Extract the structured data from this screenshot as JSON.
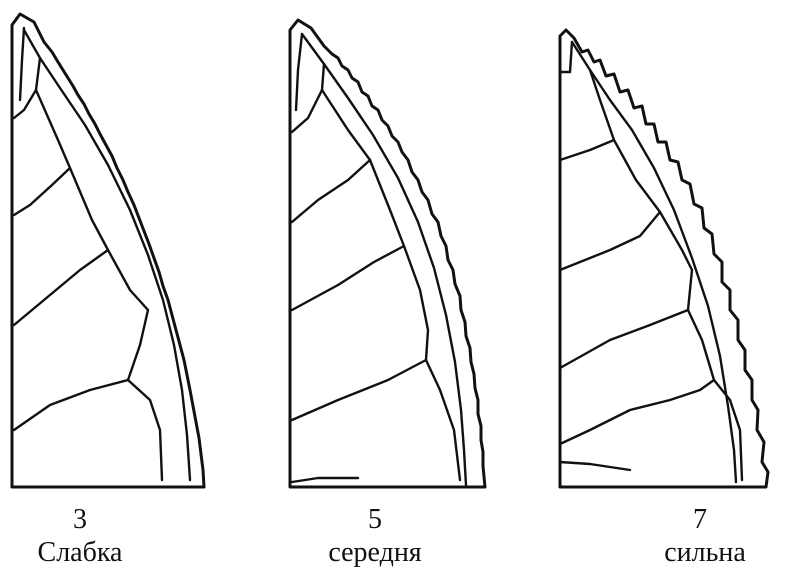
{
  "leaves": [
    {
      "score": "3",
      "label": "Слабка"
    },
    {
      "score": "5",
      "label": "середня"
    },
    {
      "score": "7",
      "label": "сильна"
    }
  ]
}
